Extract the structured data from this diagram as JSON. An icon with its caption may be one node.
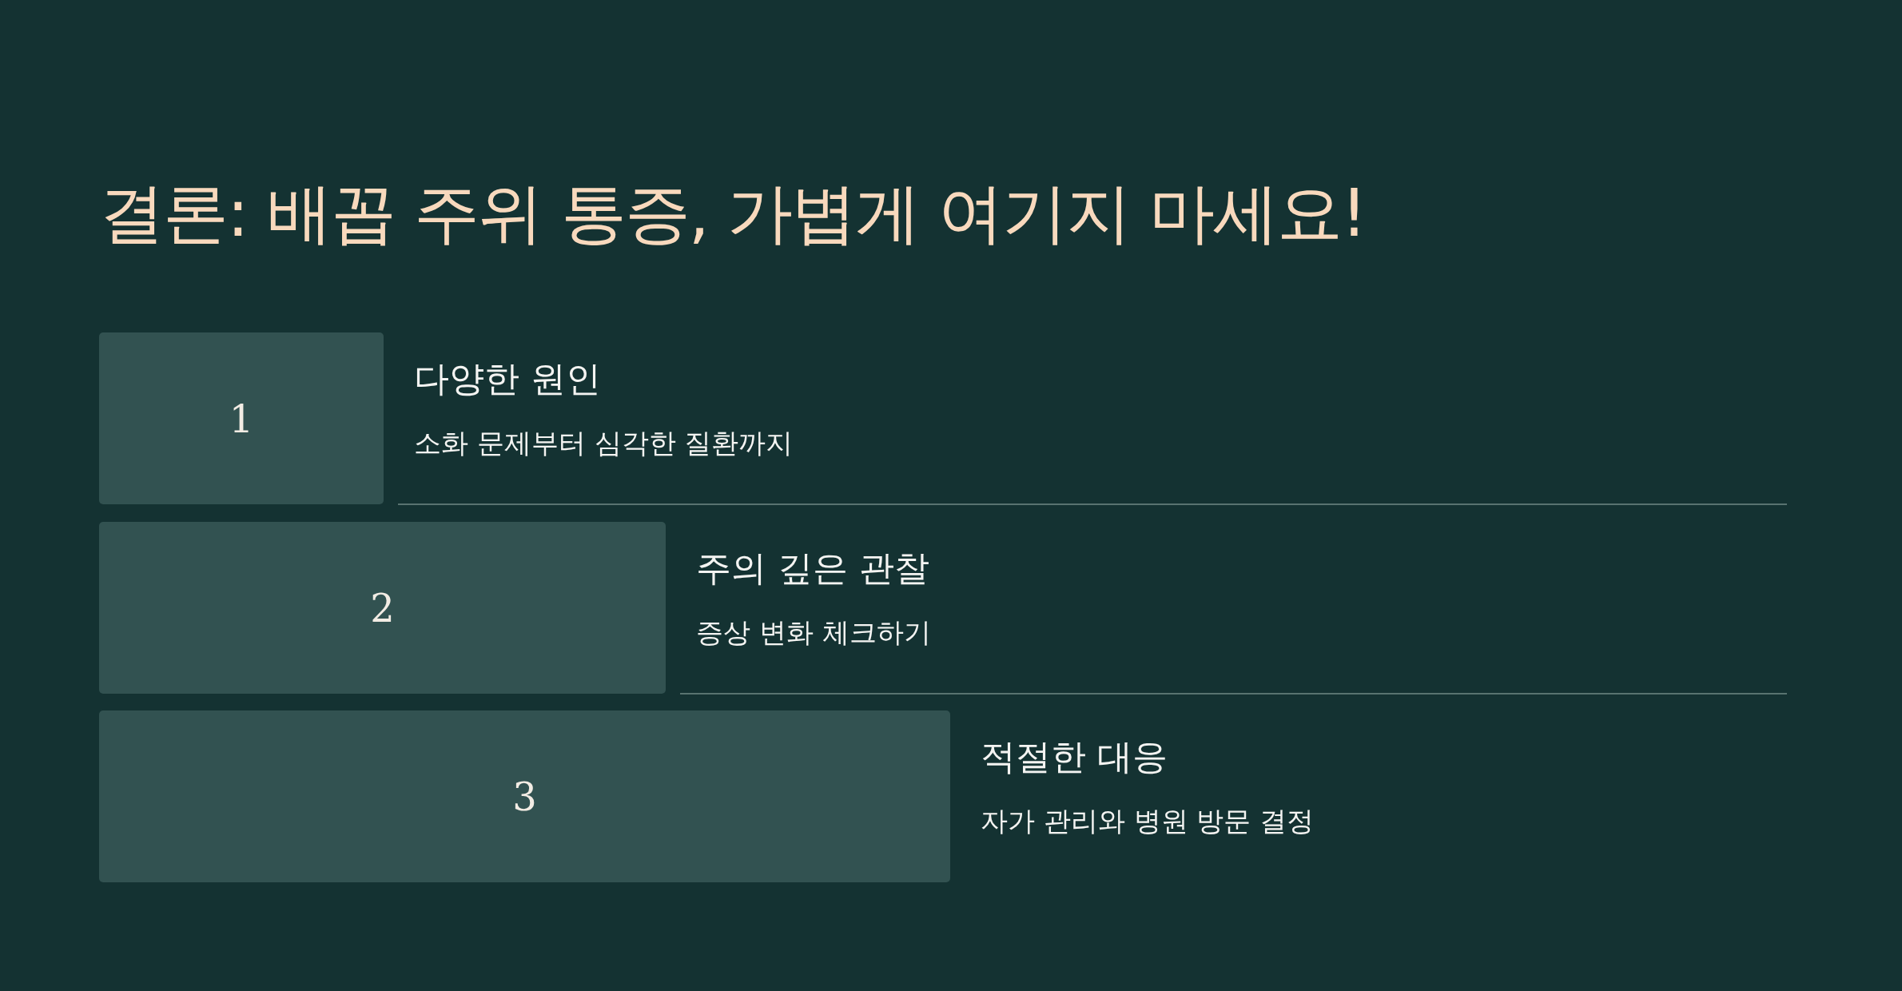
{
  "diagram": {
    "title": "결론: 배꼽 주위 통증, 가볍게 여기지 마세요!",
    "nodes": [
      {
        "text": [
          "1"
        ],
        "beside": [
          "다양한 원인",
          "소화 문제부터 심각한 질환까지"
        ]
      },
      {
        "text": [
          "2"
        ],
        "beside": [
          "주의 깊은 관찰",
          "증상 변화 체크하기"
        ]
      },
      {
        "text": [
          "3"
        ],
        "beside": [
          "적절한 대응",
          "자가 관리와 병원 방문 결정"
        ]
      }
    ]
  }
}
